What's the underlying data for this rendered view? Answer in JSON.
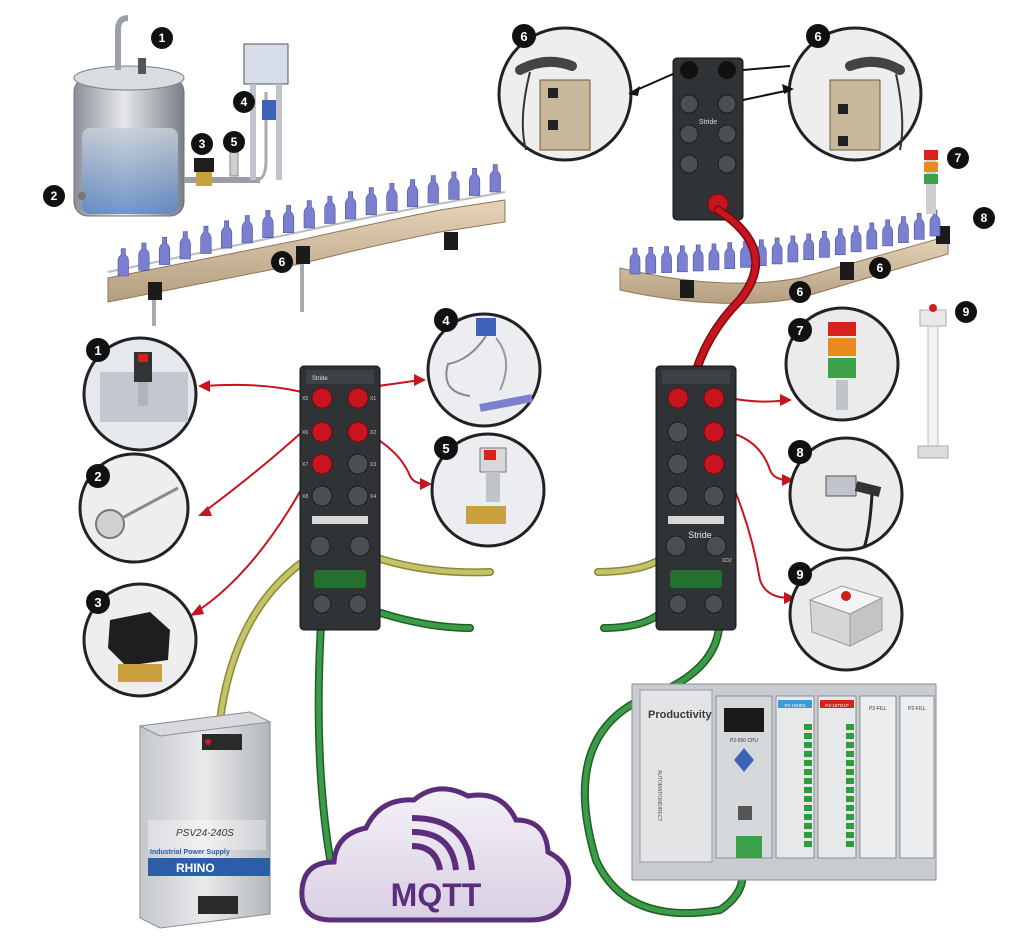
{
  "callouts": [
    "1",
    "2",
    "3",
    "4",
    "5",
    "6",
    "7",
    "8",
    "9"
  ],
  "modules": {
    "left": {
      "brand": "Stride",
      "ports": [
        "X1",
        "X2",
        "X3",
        "X4",
        "X5",
        "X6",
        "X7",
        "X8"
      ]
    },
    "right": {
      "brand": "Stride",
      "port_label": "XD2"
    },
    "top": {
      "brand": "Stride"
    }
  },
  "power_supply": {
    "model": "PSV24-240S",
    "subtitle": "Industrial Power Supply",
    "brand": "RHINO"
  },
  "cloud": {
    "label": "MQTT"
  },
  "plc": {
    "brand": "Productivity",
    "cpu_label": "P2-550 CPU",
    "card_a": "P2-16ND3",
    "card_b": "P2-16TD1P",
    "slot_a": "P2-FILL",
    "slot_b": "P2-FILL",
    "vendor": "AUTOMATIONDIRECT"
  },
  "colors": {
    "red_cable": "#c8141e",
    "green_cable": "#2e8b3a",
    "yellow_cable": "#b7b54a",
    "mqtt_purple": "#5b2d7a",
    "rhino_blue": "#2a5ea8",
    "bottle_blue": "#7b7fd0",
    "callout_black": "#111111"
  }
}
